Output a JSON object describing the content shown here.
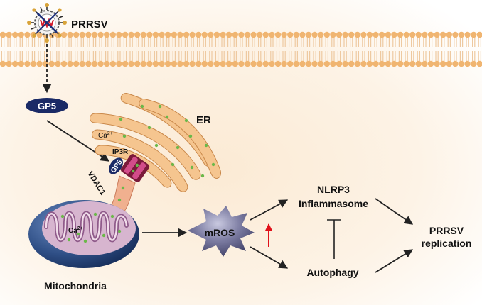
{
  "labels": {
    "virus": "PRRSV",
    "gp5_top": "GP5",
    "gp5_membrane": "GP5",
    "er": "ER",
    "ca_er": "Ca",
    "ca_sup": "2+",
    "ca_mito": "Ca",
    "ca_mito_sup": "2+",
    "ip3r": "IP3R",
    "vdac1": "VDAC1",
    "mitochondria": "Mitochondria",
    "mros": "mROS",
    "nlrp3_line1": "NLRP3",
    "nlrp3_line2": "Inflammasome",
    "autophagy": "Autophagy",
    "outcome_line1": "PRRSV",
    "outcome_line2": "replication"
  },
  "colors": {
    "membrane_head": "#f0b571",
    "membrane_tail": "#eec9a0",
    "er_fill": "#f5c58f",
    "gp5_fill": "#1a2a66",
    "mros_fill": "#6a6a8f",
    "mito_outer": "#2f4f86",
    "mito_inner": "#c8a6c3",
    "up_arrow": "#e0101a",
    "background_glow": "#fbead4"
  },
  "icons": {
    "virus": "virus-particle-icon",
    "up_arrow": "increase-arrow-icon",
    "inhibition": "inhibition-bar-icon"
  }
}
